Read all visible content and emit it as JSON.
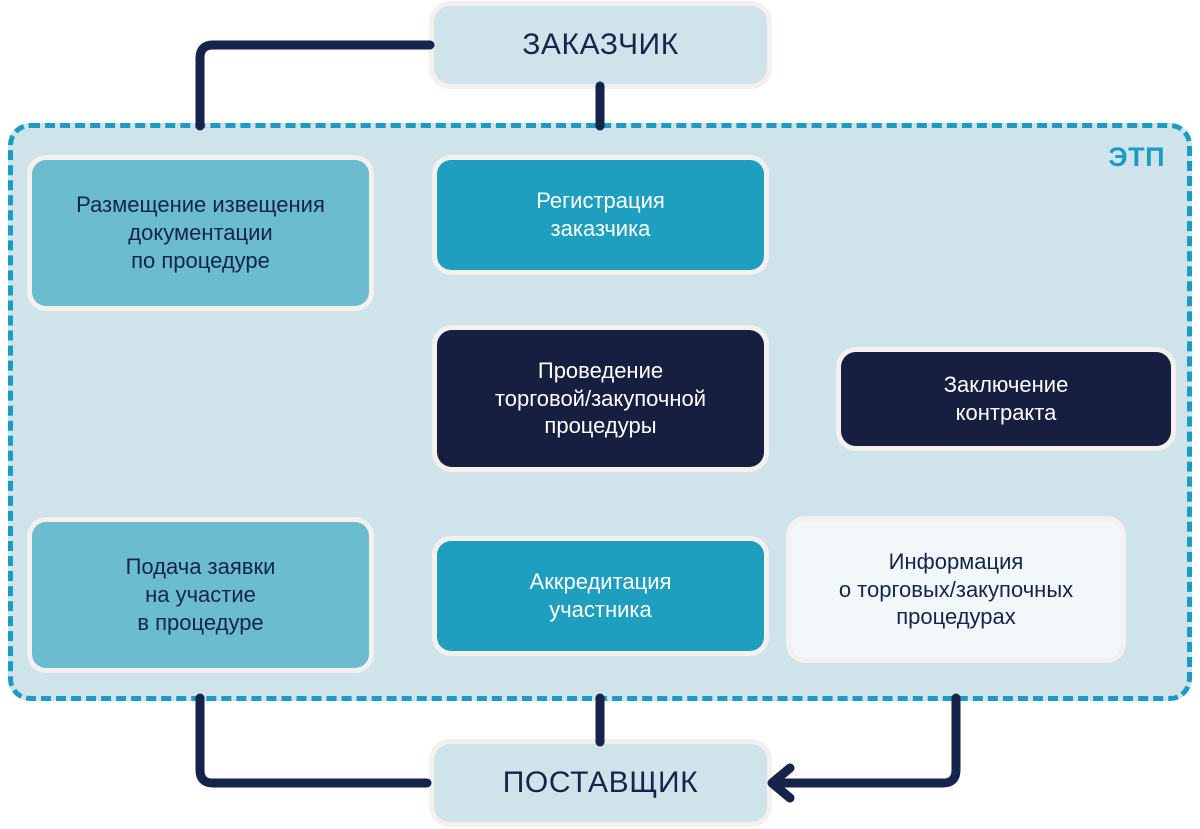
{
  "diagram": {
    "title_hidden": "",
    "zone": {
      "label": "ЭТП",
      "border_color": "#1c9cc4",
      "background": "#cfe4ea"
    },
    "palette": {
      "actor_fill": "#cfe4ea",
      "light_fill": "#6bbccf",
      "teal_fill": "#1f9fbf",
      "dark_fill": "#161f3f",
      "white_fill": "#f2f7fa",
      "dark_text": "#16234a",
      "light_text": "#ffffff",
      "connector_inner": "#6f8198",
      "connector_outer": "#16234a"
    },
    "nodes": {
      "customer": {
        "label": "ЗАКАЗЧИК",
        "role": "actor"
      },
      "supplier": {
        "label": "ПОСТАВЩИК",
        "role": "actor"
      },
      "notice": {
        "label": "Размещение извещения\nдокументации\nпо процедуре",
        "role": "light"
      },
      "application": {
        "label": "Подача заявки\nна участие\nв процедуре",
        "role": "light"
      },
      "registration": {
        "label": "Регистрация\nзаказчика",
        "role": "teal"
      },
      "procedure": {
        "label": "Проведение\nторговой/закупочной\nпроцедуры",
        "role": "dark"
      },
      "accreditation": {
        "label": "Аккредитация\nучастника",
        "role": "teal"
      },
      "contract": {
        "label": "Заключение\nконтракта",
        "role": "dark"
      },
      "information": {
        "label": "Информация\nо торговых/закупочных\nпроцедурах",
        "role": "white"
      }
    },
    "edges": [
      {
        "from": "customer",
        "to": "notice",
        "style": "elbow-left-down",
        "arrow": "down"
      },
      {
        "from": "customer",
        "to": "registration",
        "style": "straight-down",
        "arrow": "down"
      },
      {
        "from": "registration",
        "to": "procedure",
        "style": "straight-down",
        "arrow": "down"
      },
      {
        "from": "notice",
        "to": "procedure",
        "style": "elbow-down-right",
        "arrow": "right"
      },
      {
        "from": "notice",
        "to": "application",
        "style": "straight-down",
        "arrow": "none"
      },
      {
        "from": "procedure",
        "to": "contract",
        "style": "straight-right",
        "arrow": "right"
      },
      {
        "from": "procedure",
        "to": "accreditation",
        "style": "straight-down",
        "arrow": "none"
      },
      {
        "from": "procedure",
        "to": "information",
        "style": "elbow-down-right",
        "arrow": "none"
      },
      {
        "from": "supplier",
        "to": "accreditation",
        "style": "straight-up",
        "arrow": "up"
      },
      {
        "from": "supplier",
        "to": "application",
        "style": "elbow-left-up",
        "arrow": "up"
      },
      {
        "from": "information",
        "to": "supplier",
        "style": "elbow-down-left",
        "arrow": "left"
      }
    ]
  }
}
